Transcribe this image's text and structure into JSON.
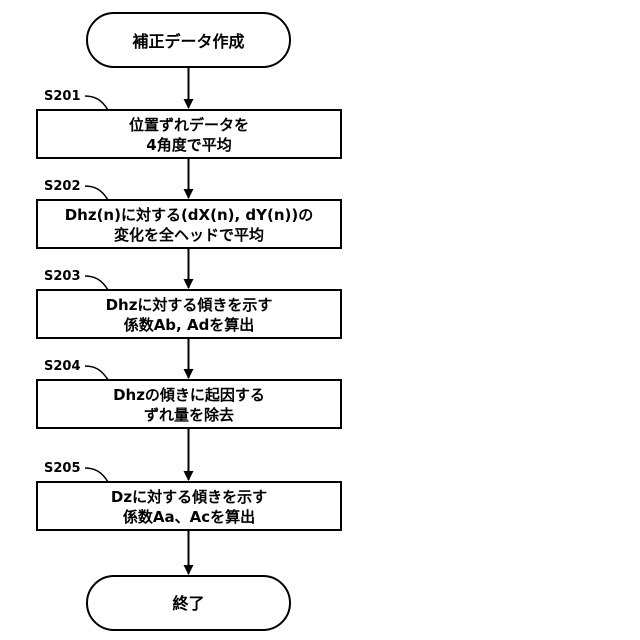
{
  "flowchart": {
    "start": {
      "label": "補正データ作成"
    },
    "steps": [
      {
        "id": "S201",
        "lines": [
          "位置ずれデータを",
          "4角度で平均"
        ]
      },
      {
        "id": "S202",
        "lines": [
          "Dhz(n)に対する(dX(n), dY(n))の",
          "変化を全ヘッドで平均"
        ]
      },
      {
        "id": "S203",
        "lines": [
          "Dhzに対する傾きを示す",
          "係数Ab, Adを算出"
        ]
      },
      {
        "id": "S204",
        "lines": [
          "Dhzの傾きに起因する",
          "ずれ量を除去"
        ]
      },
      {
        "id": "S205",
        "lines": [
          "Dzに対する傾きを示す",
          "係数Aa、Acを算出"
        ]
      }
    ],
    "end": {
      "label": "終了"
    }
  }
}
